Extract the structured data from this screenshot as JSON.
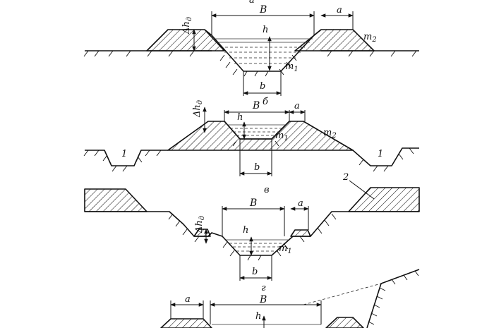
{
  "panels": [
    {
      "letter": "а",
      "labels": {
        "B": "B",
        "a": "a",
        "h": "h",
        "b": "b",
        "dh": "Δh",
        "dh_sub": "д",
        "m1": "m",
        "m1_sub": "1",
        "m2": "m",
        "m2_sub": "2"
      }
    },
    {
      "letter": "б",
      "labels": {
        "B": "B",
        "a": "a",
        "h": "h",
        "b": "b",
        "dh": "Δh",
        "dh_sub": "д",
        "m1": "m",
        "m1_sub": "1",
        "m2": "m",
        "m2_sub": "2",
        "ditch_left": "1",
        "ditch_right": "1"
      }
    },
    {
      "letter": "в",
      "labels": {
        "B": "B",
        "a": "a",
        "h": "h",
        "b": "b",
        "dh": "Δh",
        "dh_sub": "д",
        "m1": "m",
        "m1_sub": "1",
        "dump": "2"
      }
    },
    {
      "letter": "г",
      "labels": {
        "B": "B",
        "a": "a",
        "h": "h"
      }
    }
  ]
}
